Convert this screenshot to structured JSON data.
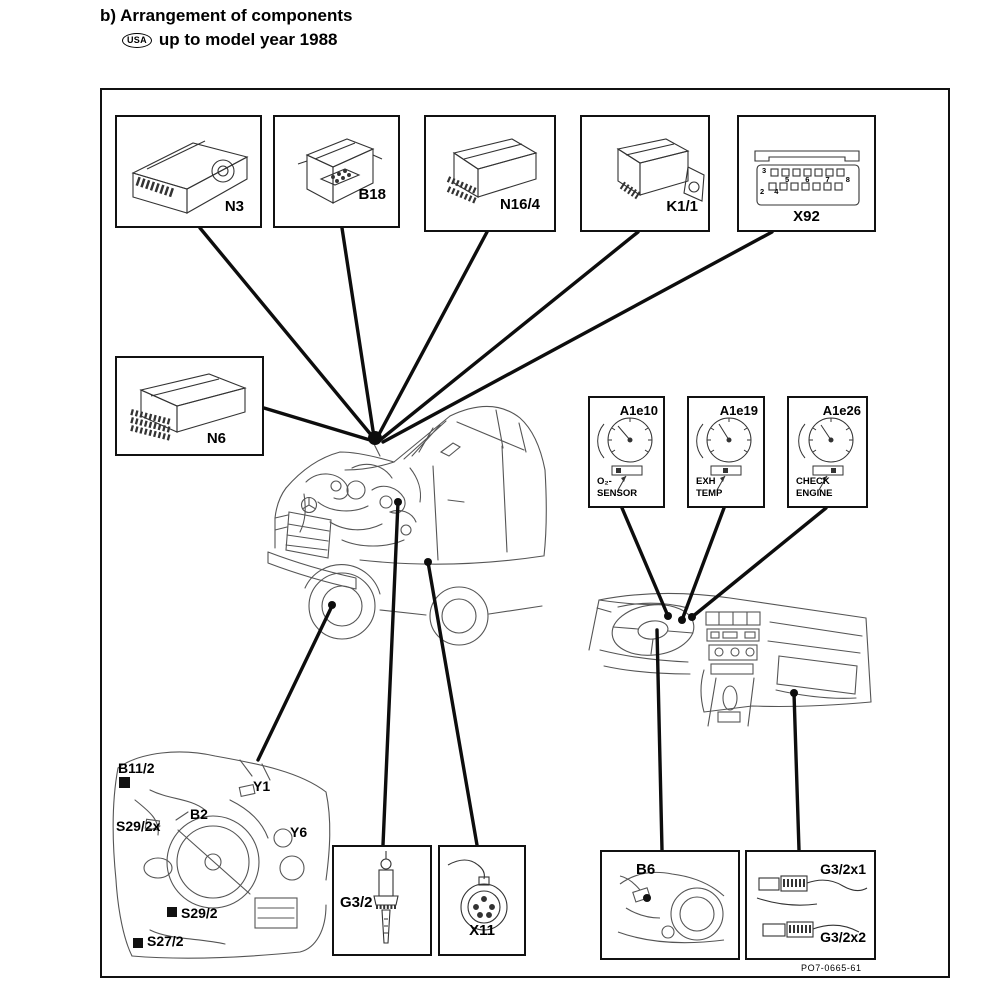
{
  "header": {
    "title": "b) Arrangement of components",
    "usa_badge": "USA",
    "subtitle": "up to model year 1988"
  },
  "figure_number": "PO7-0665-61",
  "boxes": {
    "n3": "N3",
    "b18": "B18",
    "n16_4": "N16/4",
    "k1_1": "K1/1",
    "x92": "X92",
    "n6": "N6",
    "g3_2": "G3/2",
    "x11": "X11",
    "b6": "B6",
    "g3_2x1": "G3/2x1",
    "g3_2x2": "G3/2x2"
  },
  "x92_pins": {
    "p3": "3",
    "row": "5 6 7 8",
    "p24": "2 4"
  },
  "gauges": [
    {
      "label": "A1e10",
      "caption1": "O₂-",
      "caption2": "SENSOR"
    },
    {
      "label": "A1e19",
      "caption1": "EXH",
      "caption2": "TEMP"
    },
    {
      "label": "A1e26",
      "caption1": "CHECK",
      "caption2": "ENGINE"
    }
  ],
  "engine_labels": {
    "b11_2": "B11/2",
    "y1": "Y1",
    "s29_2x": "S29/2x",
    "b2": "B2",
    "y6": "Y6",
    "s29_2": "S29/2",
    "s27_2": "S27/2"
  },
  "colors": {
    "ink": "#111111",
    "sketch": "#555555",
    "background": "#ffffff"
  }
}
